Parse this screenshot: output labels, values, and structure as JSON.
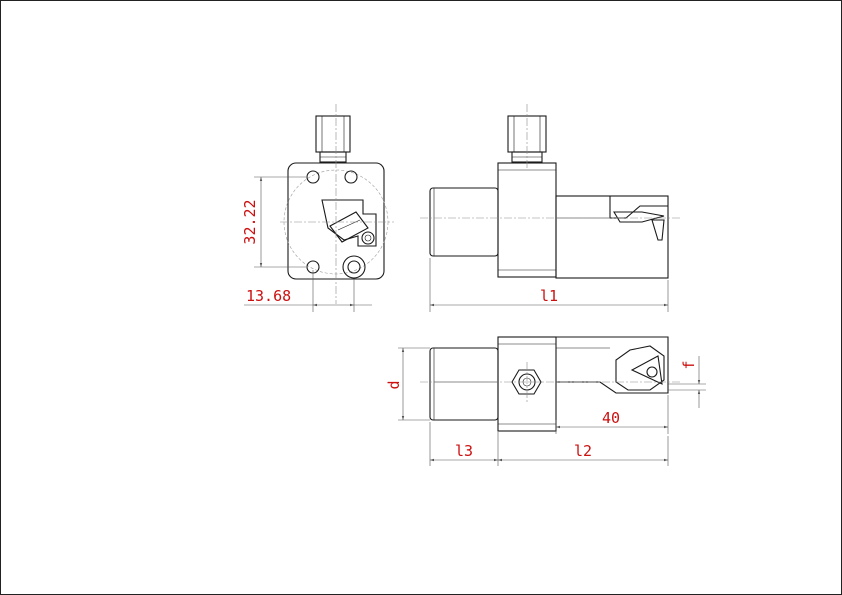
{
  "dimensions": {
    "height_front": "32.22",
    "offset_front": "13.68",
    "length_total": "l1",
    "diameter": "d",
    "length_shank": "l3",
    "length_body": "l2",
    "insert_depth": "40",
    "offset_f": "f"
  },
  "colors": {
    "line": "#1a1a1a",
    "dimension_text": "#cc1010",
    "center_line": "#8a8a8a"
  }
}
